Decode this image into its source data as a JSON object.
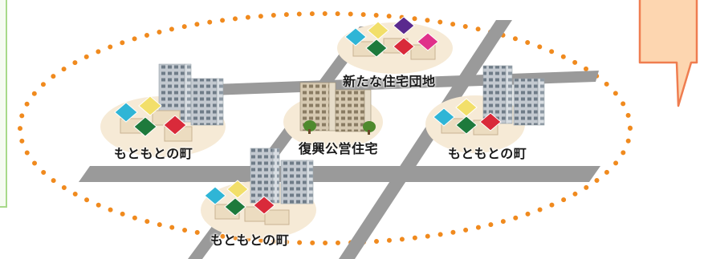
{
  "labels": {
    "new_housing": "新たな住宅団地",
    "public_housing": "復興公営住宅",
    "original_town_left": "もともとの町",
    "original_town_right": "もともとの町",
    "original_town_bottom": "もともとの町"
  },
  "colors": {
    "dotted_ring": "#f08a1e",
    "road": "#9a9a9a",
    "neighborhood_ground": "#f6ead6",
    "left_panel_border": "#a8d98a",
    "arrow_fill": "#fdd6b0",
    "arrow_stroke": "#ef7d50",
    "roof_cyan": "#2fb5d6",
    "roof_yellow": "#f2df6a",
    "roof_green": "#1e7a3c",
    "roof_red": "#d92a3a",
    "roof_purple": "#5a2a8e",
    "roof_magenta": "#e0308a"
  }
}
